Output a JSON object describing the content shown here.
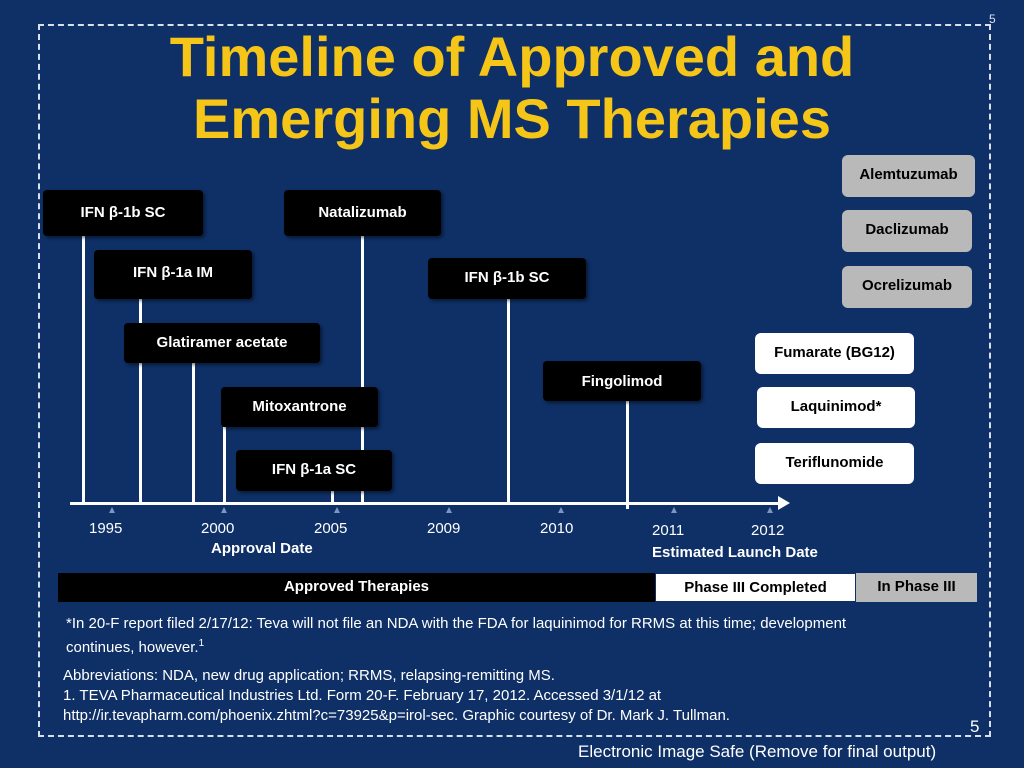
{
  "slide_number_top": "5",
  "title_line1": "Timeline of Approved and",
  "title_line2": "Emerging MS Therapies",
  "approved": [
    {
      "label": "IFN β-1b SC"
    },
    {
      "label": "Natalizumab"
    },
    {
      "label": "IFN β-1a IM"
    },
    {
      "label": "IFN β-1b SC"
    },
    {
      "label": "Glatiramer acetate"
    },
    {
      "label": "Fingolimod"
    },
    {
      "label": "Mitoxantrone"
    },
    {
      "label": "IFN β-1a SC"
    }
  ],
  "in_phase3": [
    {
      "label": "Alemtuzumab"
    },
    {
      "label": "Daclizumab"
    },
    {
      "label": "Ocrelizumab"
    }
  ],
  "phase3_completed": [
    {
      "label": "Fumarate (BG12)"
    },
    {
      "label": "Laquinimod*"
    },
    {
      "label": "Teriflunomide"
    }
  ],
  "years": [
    "1995",
    "2000",
    "2005",
    "2009",
    "2010",
    "2011",
    "2012"
  ],
  "approval_date_label": "Approval Date",
  "estimated_launch_label": "Estimated Launch Date",
  "legend": {
    "approved": "Approved Therapies",
    "phase3_completed": "Phase III Completed",
    "in_phase3": "In Phase III"
  },
  "colors": {
    "background": "#0e3066",
    "title": "#f5c518",
    "approved_box": "#000000",
    "in_phase3_box": "#b9b9b9",
    "phase3_completed_box": "#ffffff"
  },
  "note_line1": "*In 20-F report filed 2/17/12: Teva will not file an NDA with the FDA for laquinimod for RRMS at this time; development",
  "note_line2": "continues, however.",
  "note_superscript": "1",
  "abbrev_line1": "Abbreviations: NDA, new drug application; RRMS, relapsing-remitting MS.",
  "abbrev_line2": "1. TEVA Pharmaceutical Industries Ltd. Form 20-F. February 17, 2012. Accessed 3/1/12 at",
  "abbrev_line3": "http://ir.tevapharm.com/phoenix.zhtml?c=73925&p=irol-sec. Graphic courtesy of Dr. Mark J. Tullman.",
  "slide_number_bottom": "5",
  "footer_text": "Electronic Image Safe (Remove for final output)"
}
